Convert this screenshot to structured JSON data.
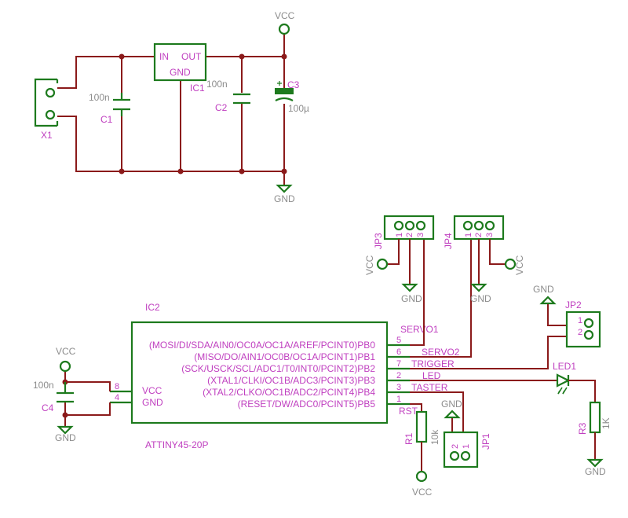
{
  "power": {
    "vcc": "VCC",
    "gnd": "GND",
    "x1": "X1",
    "c1": "C1",
    "c1_val": "100n",
    "c2": "C2",
    "c2_val": "100n",
    "c3": "C3",
    "c3_val": "100µ",
    "ic1": "IC1",
    "ic1_in": "IN",
    "ic1_out": "OUT",
    "ic1_gnd": "GND"
  },
  "mcu": {
    "name": "IC2",
    "part": "ATTINY45-20P",
    "left_pins": [
      {
        "num": "8",
        "label": "VCC"
      },
      {
        "num": "4",
        "label": "GND"
      }
    ],
    "right_pins": [
      {
        "num": "5",
        "label": "(MOSI/DI/SDA/AIN0/OC0A/OC1A/AREF/PCINT0)PB0",
        "net": "SERVO1"
      },
      {
        "num": "6",
        "label": "(MISO/DO/AIN1/OC0B/OC1A/PCINT1)PB1",
        "net": "SERVO2"
      },
      {
        "num": "7",
        "label": "(SCK/USCK/SCL/ADC1/T0/INT0/PCINT2)PB2",
        "net": "TRIGGER"
      },
      {
        "num": "2",
        "label": "(XTAL1/CLKI/OC1B/ADC3/PCINT3)PB3",
        "net": "LED"
      },
      {
        "num": "3",
        "label": "(XTAL2/CLKO/OC1B/ADC2/PCINT4)PB4",
        "net": "TASTER"
      },
      {
        "num": "1",
        "label": "(RESET/DW/ADC0/PCINT5)PB5",
        "net": "RST"
      }
    ]
  },
  "parts": {
    "c4": "C4",
    "c4_val": "100n",
    "jp1": "JP1",
    "jp2": "JP2",
    "jp3": "JP3",
    "jp4": "JP4",
    "r1": "R1",
    "r1_val": "10k",
    "r3": "R3",
    "r3_val": "1K",
    "led1": "LED1",
    "pins": {
      "p1": "1",
      "p2": "2",
      "p3": "3"
    }
  },
  "colors": {
    "wire": "#8b1a1a",
    "symbol": "#1d7a1d",
    "label": "#c040c0",
    "value": "#8c8c8c"
  }
}
